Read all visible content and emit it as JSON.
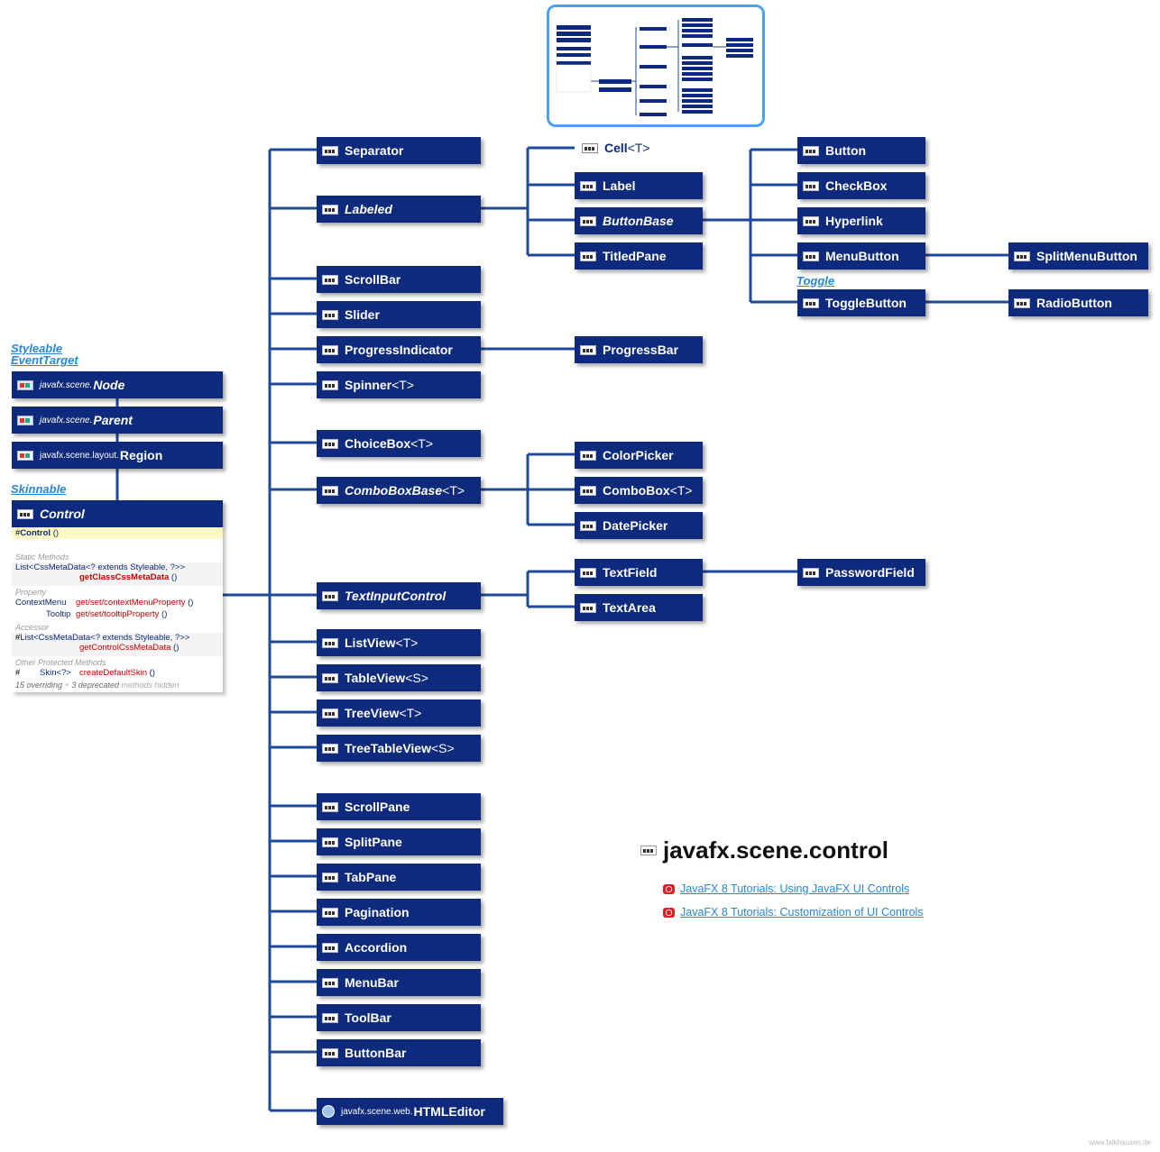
{
  "package_title": "javafx.scene.control",
  "links": [
    "JavaFX 8 Tutorials: Using JavaFX UI Controls",
    "JavaFX 8 Tutorials: Customization of UI Controls"
  ],
  "footer": "www.falkhausen.de",
  "hierarchy": {
    "interfaces_top": [
      "Styleable",
      "EventTarget"
    ],
    "node_pkg": "javafx.scene.",
    "node_name": "Node",
    "parent_pkg": "javafx.scene.",
    "parent_name": "Parent",
    "region_pkg": "javafx.scene.layout.",
    "region_name": "Region",
    "interface_skinnable": "Skinnable",
    "control_name": "Control",
    "toggle_interface": "Toggle"
  },
  "control_card": {
    "constructor_mod": "#",
    "constructor": "Control",
    "constructor_args": " ()",
    "sec_static": "Static Methods",
    "static_type": "List<CssMetaData<? extends Styleable, ?>>",
    "static_method": "getClassCssMetaData",
    "static_args": " ()",
    "sec_property": "Property",
    "prop1_type": "ContextMenu",
    "prop1_method": "get/set/contextMenuProperty",
    "prop1_args": " ()",
    "prop2_type": "Tooltip",
    "prop2_method": "get/set/tooltipProperty",
    "prop2_args": " ()",
    "sec_accessor": "Accessor",
    "acc_mod": "#",
    "acc_type": "List<CssMetaData<? extends Styleable, ?>>",
    "acc_method": "getControlCssMetaData",
    "acc_args": " ()",
    "sec_other": "Other Protected Methods",
    "other_mod": "#",
    "other_type": "Skin<?>",
    "other_method": "createDefaultSkin",
    "other_args": " ()",
    "footer_overriding": "15 overriding",
    "footer_plus": " + ",
    "footer_deprecated": "3 deprecated",
    "footer_hidden": " methods hidden"
  },
  "controls_col1": [
    {
      "name": "Separator"
    },
    {
      "name": "Labeled",
      "italic": true
    },
    {
      "name": "ScrollBar"
    },
    {
      "name": "Slider"
    },
    {
      "name": "ProgressIndicator"
    },
    {
      "name": "Spinner",
      "gen": "<T>"
    },
    {
      "name": "ChoiceBox",
      "gen": "<T>"
    },
    {
      "name": "ComboBoxBase",
      "gen": "<T>",
      "italic": true
    },
    {
      "name": "TextInputControl",
      "italic": true
    },
    {
      "name": "ListView",
      "gen": "<T>"
    },
    {
      "name": "TableView",
      "gen": "<S>"
    },
    {
      "name": "TreeView",
      "gen": "<T>"
    },
    {
      "name": "TreeTableView",
      "gen": "<S>"
    },
    {
      "name": "ScrollPane"
    },
    {
      "name": "SplitPane"
    },
    {
      "name": "TabPane"
    },
    {
      "name": "Pagination"
    },
    {
      "name": "Accordion"
    },
    {
      "name": "MenuBar"
    },
    {
      "name": "ToolBar"
    },
    {
      "name": "ButtonBar"
    }
  ],
  "htmleditor": {
    "pkg": "javafx.scene.web.",
    "name": "HTMLEditor"
  },
  "controls_col2": [
    {
      "name": "Cell",
      "gen": "<T>"
    },
    {
      "name": "Label"
    },
    {
      "name": "ButtonBase",
      "italic": true
    },
    {
      "name": "TitledPane"
    },
    {
      "name": "ProgressBar"
    },
    {
      "name": "ColorPicker"
    },
    {
      "name": "ComboBox",
      "gen": "<T>"
    },
    {
      "name": "DatePicker"
    },
    {
      "name": "TextField"
    },
    {
      "name": "TextArea"
    }
  ],
  "controls_col3": [
    {
      "name": "Button"
    },
    {
      "name": "CheckBox"
    },
    {
      "name": "Hyperlink"
    },
    {
      "name": "MenuButton"
    },
    {
      "name": "ToggleButton"
    },
    {
      "name": "PasswordField"
    }
  ],
  "controls_col4": [
    {
      "name": "SplitMenuButton"
    },
    {
      "name": "RadioButton"
    }
  ]
}
